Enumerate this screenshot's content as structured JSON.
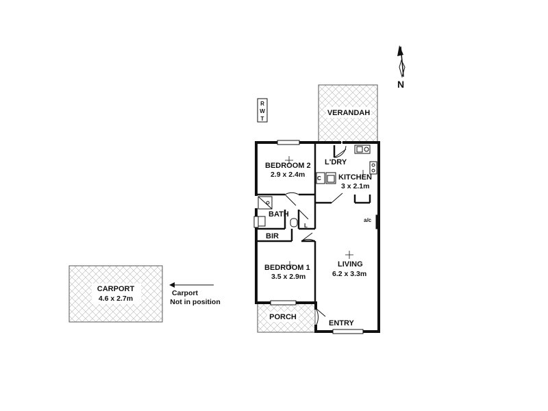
{
  "north_label": "N",
  "rwt": [
    "R",
    "W",
    "T"
  ],
  "rooms": {
    "verandah": {
      "name": "VERANDAH"
    },
    "laundry": {
      "name": "L'DRY"
    },
    "bedroom2": {
      "name": "BEDROOM 2",
      "size": "2.9 x 2.4m"
    },
    "kitchen": {
      "name": "KITCHEN",
      "size": "3 x 2.1m"
    },
    "bath": {
      "name": "BATH"
    },
    "linen": {
      "name": "L"
    },
    "bir": {
      "name": "BIR"
    },
    "bedroom1": {
      "name": "BEDROOM 1",
      "size": "3.5 x 2.9m"
    },
    "living": {
      "name": "LIVING",
      "size": "6.2 x 3.3m"
    },
    "porch": {
      "name": "PORCH"
    },
    "entry": {
      "name": "ENTRY"
    },
    "carport": {
      "name": "CARPORT",
      "size": "4.6 x 2.7m"
    }
  },
  "fixtures": {
    "copper": "C",
    "aircon": "a/c"
  },
  "carport_note": {
    "line1": "Carport",
    "line2": "Not in position"
  },
  "colors": {
    "wall": "#111111",
    "hatch": "#bdbdbd",
    "hatch_border": "#555555"
  }
}
